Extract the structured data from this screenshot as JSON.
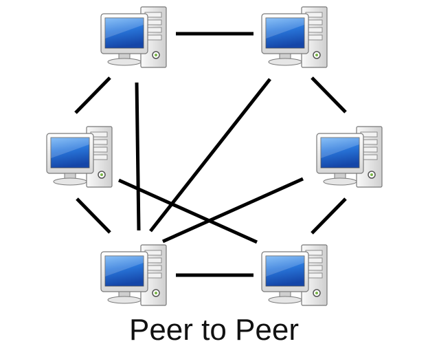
{
  "caption": "Peer to Peer",
  "diagram": {
    "type": "network",
    "topology": "peer-to-peer",
    "nodes": [
      {
        "id": "computer-top-left"
      },
      {
        "id": "computer-top-right"
      },
      {
        "id": "computer-middle-left"
      },
      {
        "id": "computer-middle-right"
      },
      {
        "id": "computer-bottom-left"
      },
      {
        "id": "computer-bottom-right"
      }
    ],
    "links": [
      [
        "computer-top-left",
        "computer-top-right"
      ],
      [
        "computer-top-left",
        "computer-middle-left"
      ],
      [
        "computer-top-left",
        "computer-bottom-left"
      ],
      [
        "computer-top-right",
        "computer-middle-right"
      ],
      [
        "computer-top-right",
        "computer-bottom-left"
      ],
      [
        "computer-middle-left",
        "computer-bottom-left"
      ],
      [
        "computer-middle-left",
        "computer-bottom-right"
      ],
      [
        "computer-middle-right",
        "computer-bottom-left"
      ],
      [
        "computer-middle-right",
        "computer-bottom-right"
      ],
      [
        "computer-bottom-left",
        "computer-bottom-right"
      ]
    ]
  },
  "colors": {
    "screen": "#1f63c8",
    "screen_highlight": "#5aa0f0",
    "case": "#e8e8e8",
    "link": "#000000"
  }
}
